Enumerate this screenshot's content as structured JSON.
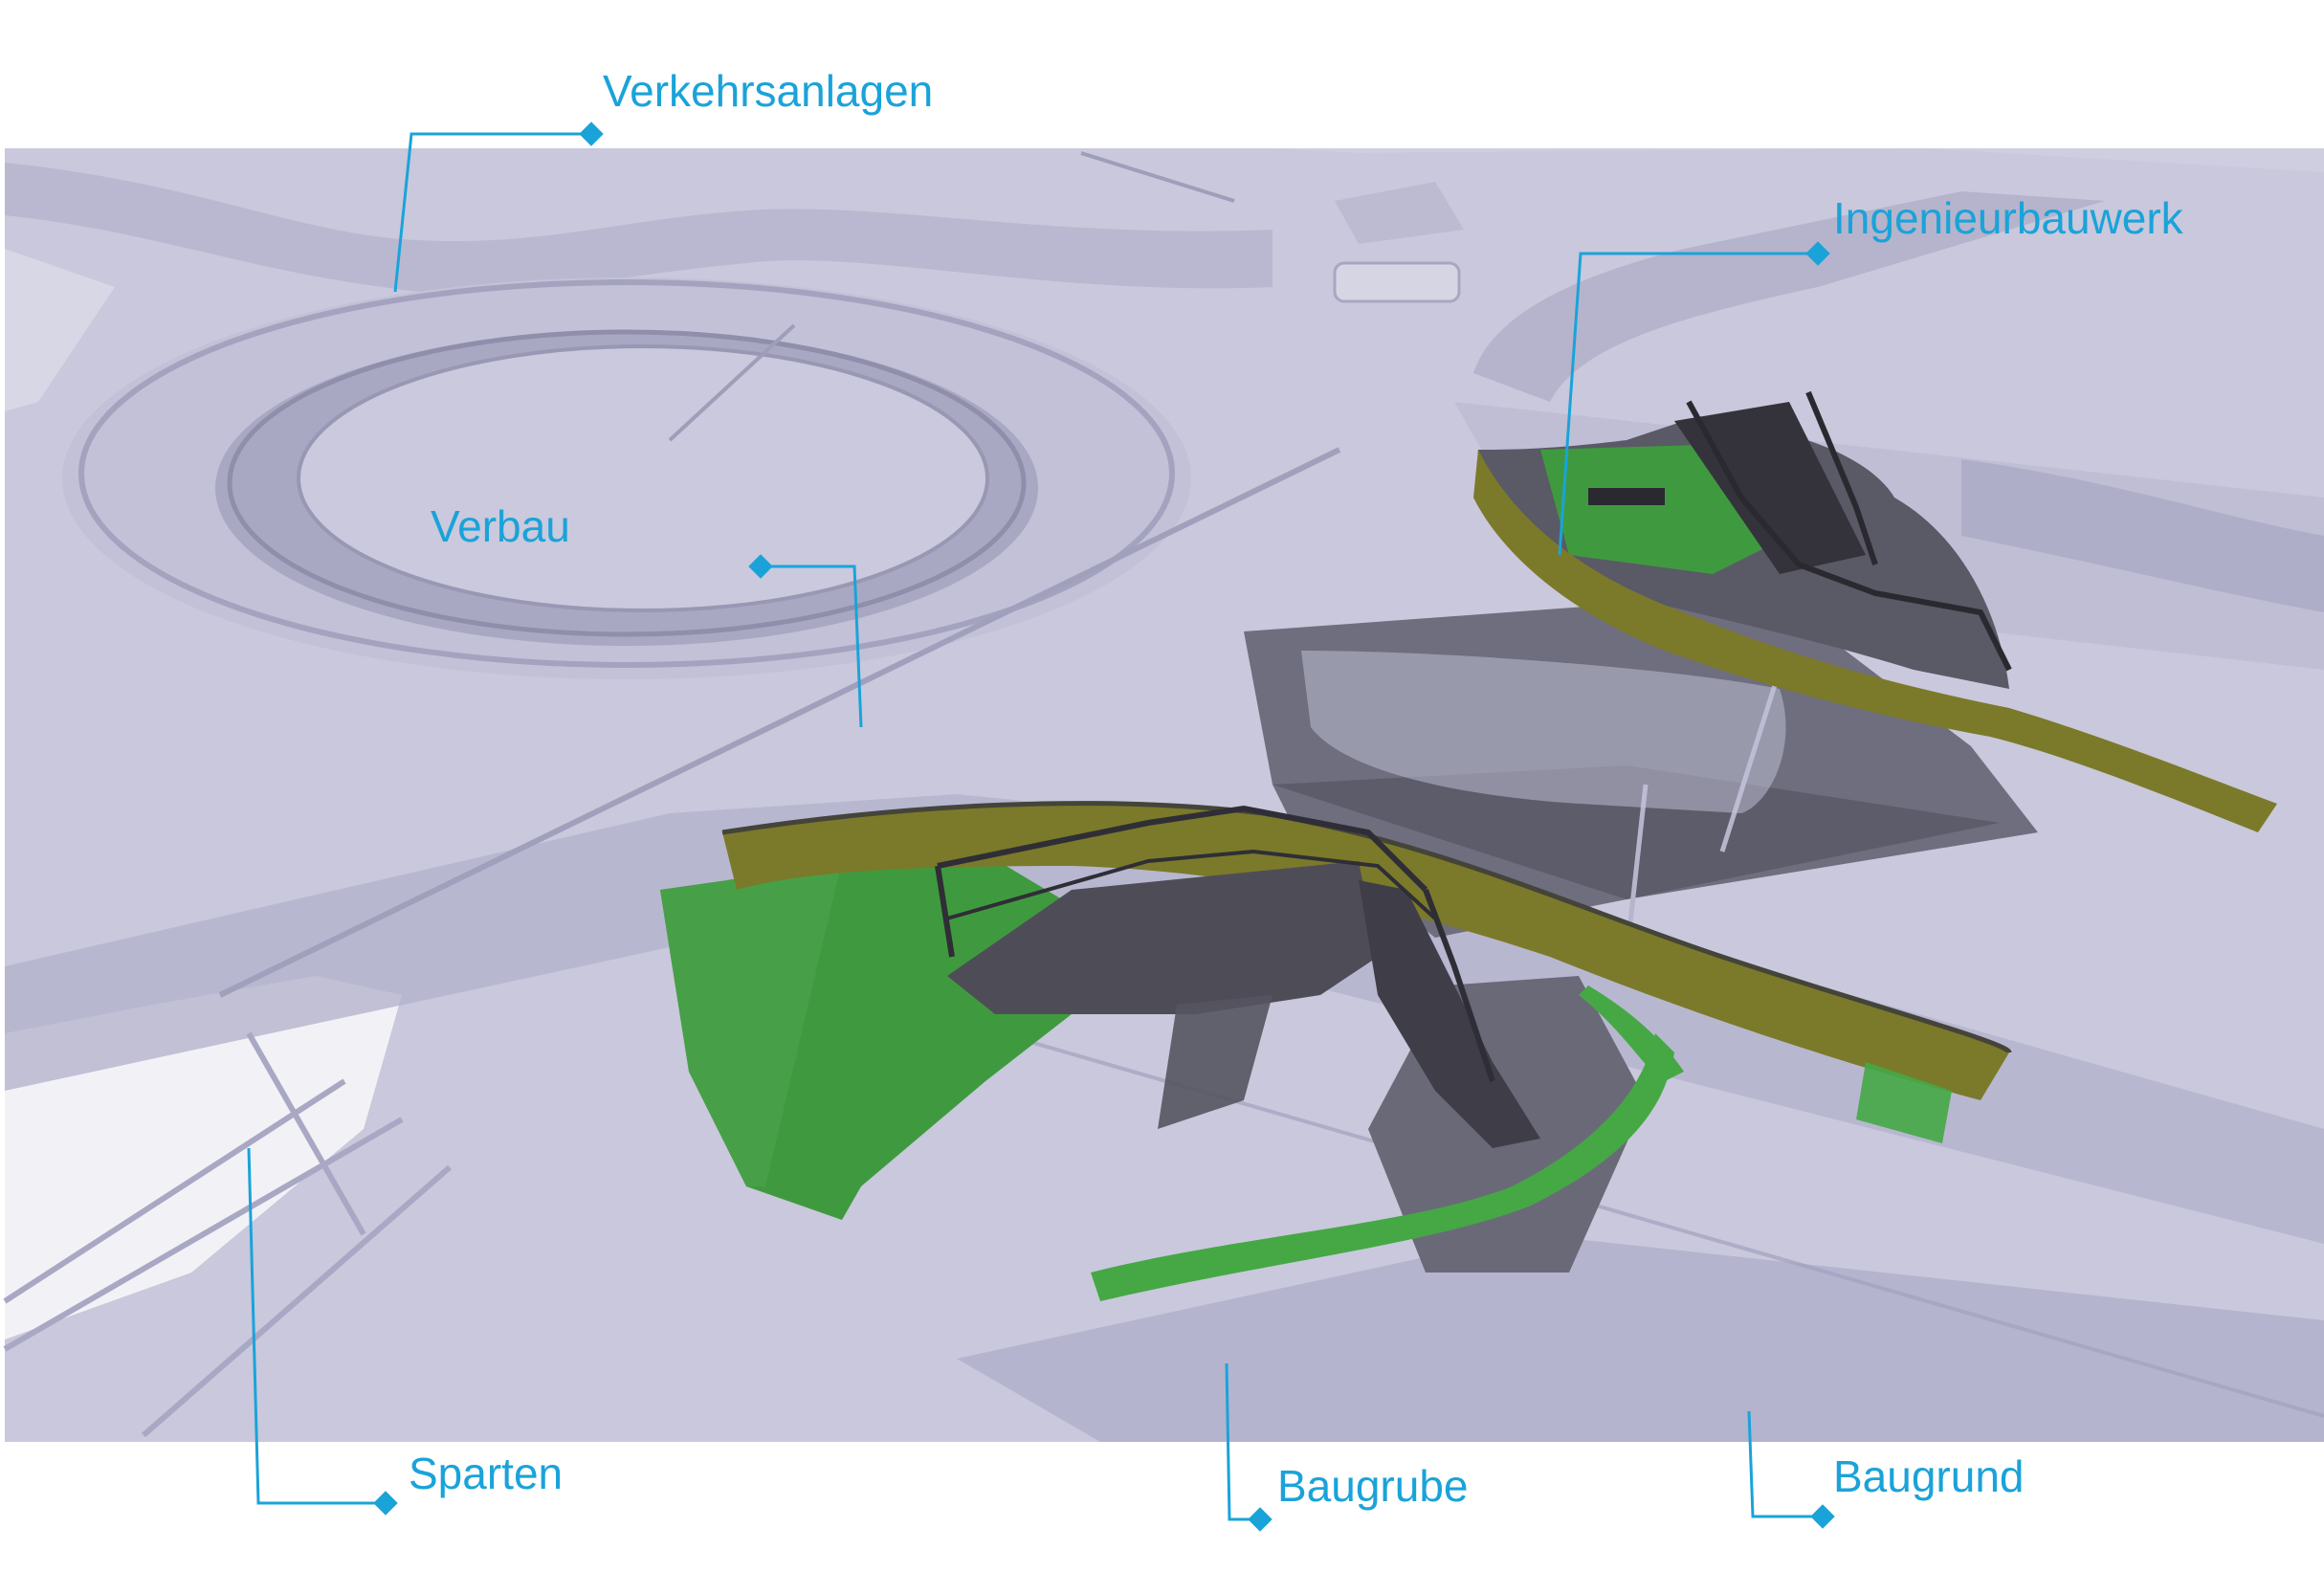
{
  "labels": {
    "verkehrsanlagen": "Verkehrsanlagen",
    "ingenieurbauwerk": "Ingenieurbauwerk",
    "verbau": "Verbau",
    "sparten": "Sparten",
    "baugrube": "Baugrube",
    "baugrund": "Baugrund"
  },
  "colors": {
    "accent": "#1aa3d9",
    "ground": "#c9c8dc",
    "ground_dark": "#9c9bb8",
    "structure": "#4e4d57",
    "green": "#3f9a3f",
    "olive": "#7a7a2a"
  }
}
